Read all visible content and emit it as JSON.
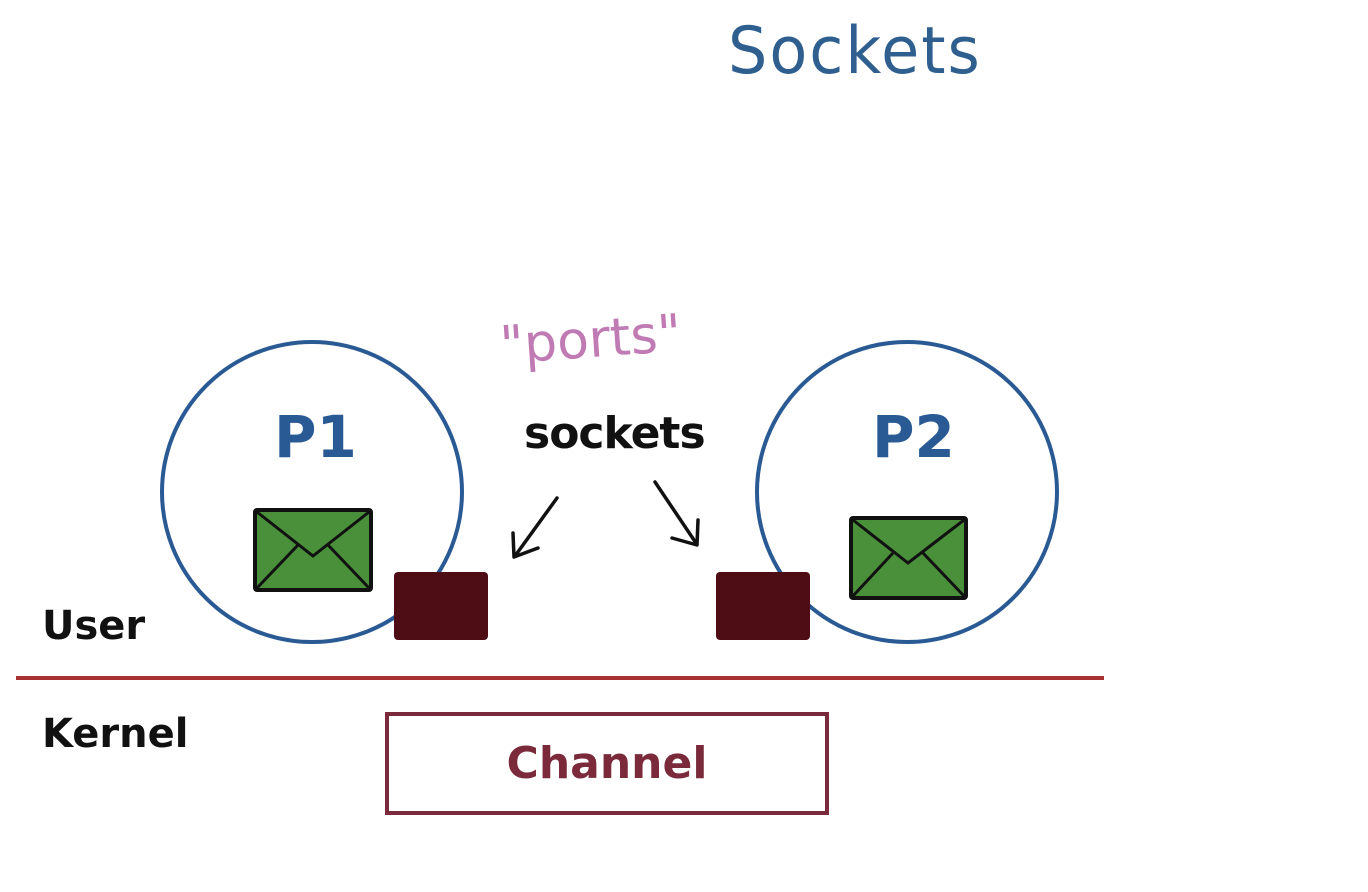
{
  "title": "Sockets",
  "processes": [
    {
      "label": "P1"
    },
    {
      "label": "P2"
    }
  ],
  "annotations": {
    "ports": "\"ports\"",
    "sockets": "sockets"
  },
  "layers": {
    "user": "User",
    "kernel": "Kernel"
  },
  "channel": {
    "label": "Channel"
  },
  "colors": {
    "title": "#2f5f8f",
    "process_circle": "#2a5a94",
    "process_label": "#2a5a94",
    "envelope_fill": "#4a8f3a",
    "socket_fill": "#4e0d15",
    "divider": "#a83232",
    "channel": "#7a2a3a",
    "ports_text": "#c07ab4",
    "sockets_text": "#111111"
  }
}
